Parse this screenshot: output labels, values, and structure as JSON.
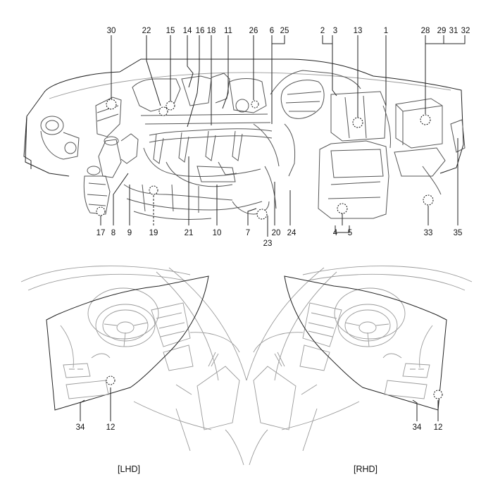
{
  "callouts": {
    "n1": "1",
    "n2": "2",
    "n3": "3",
    "n4": "4",
    "n5": "5",
    "n6": "6",
    "n7": "7",
    "n8": "8",
    "n9": "9",
    "n10": "10",
    "n11": "11",
    "n12": "12",
    "n13": "13",
    "n14": "14",
    "n15": "15",
    "n16": "16",
    "n17": "17",
    "n18": "18",
    "n19": "19",
    "n20": "20",
    "n21": "21",
    "n22": "22",
    "n23": "23",
    "n24": "24",
    "n25": "25",
    "n26": "26",
    "n28": "28",
    "n29": "29",
    "n30": "30",
    "n31": "31",
    "n32": "32",
    "n33": "33",
    "n34": "34",
    "n35": "35"
  },
  "captions": {
    "lhd": "[LHD]",
    "rhd": "[RHD]"
  }
}
